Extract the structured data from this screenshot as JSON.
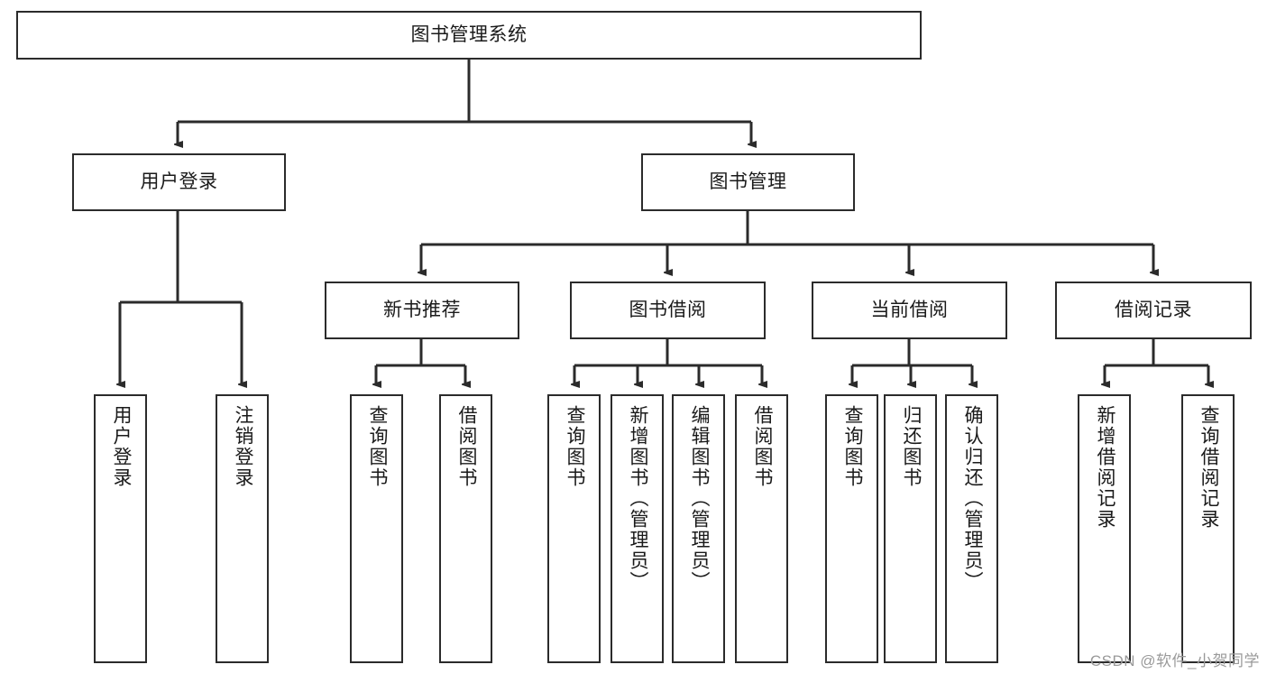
{
  "diagram": {
    "title_node": {
      "label": "图书管理系统"
    },
    "level1": [
      {
        "label": "用户登录"
      },
      {
        "label": "图书管理"
      }
    ],
    "level2": [
      {
        "label": "新书推荐"
      },
      {
        "label": "图书借阅"
      },
      {
        "label": "当前借阅"
      },
      {
        "label": "借阅记录"
      }
    ],
    "leaves": {
      "user_login": [
        {
          "label": "用户登录"
        },
        {
          "label": "注销登录"
        }
      ],
      "new_book_recommend": [
        {
          "label": "查询图书"
        },
        {
          "label": "借阅图书"
        }
      ],
      "book_borrow": [
        {
          "label": "查询图书"
        },
        {
          "label": "新增图书（管理员）"
        },
        {
          "label": "编辑图书（管理员）"
        },
        {
          "label": "借阅图书"
        }
      ],
      "current_borrow": [
        {
          "label": "查询图书"
        },
        {
          "label": "归还图书"
        },
        {
          "label": "确认归还（管理员）"
        }
      ],
      "borrow_records": [
        {
          "label": "新增借阅记录"
        },
        {
          "label": "查询借阅记录"
        }
      ]
    }
  },
  "watermark": {
    "text": "CSDN @软件_小贺同学"
  },
  "colors": {
    "stroke": "#2b2b2b",
    "background": "#ffffff",
    "text": "#1a1a1a",
    "watermark": "#9a9a9a"
  }
}
